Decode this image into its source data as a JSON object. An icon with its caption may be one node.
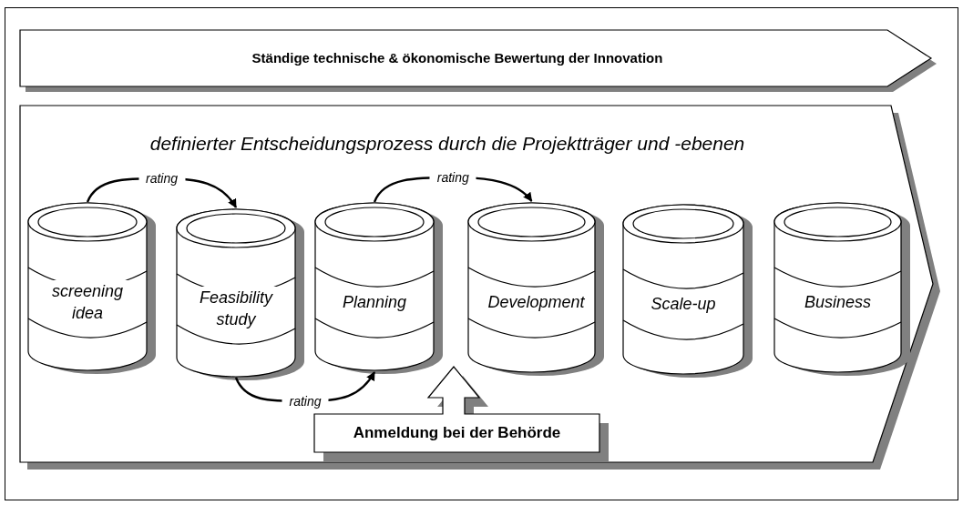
{
  "diagram": {
    "nodes": [
      {
        "text": [
          "Ständige technische & ökonomische Bewertung der Innovation"
        ]
      },
      {
        "text": [
          "definierter Entscheidungsprozess durch die Projektträger und -ebenen"
        ]
      },
      {
        "text": [
          "screening idea"
        ],
        "in": 1
      },
      {
        "text": [
          "Feasibility study"
        ],
        "in": 1
      },
      {
        "text": [
          "Planning"
        ],
        "in": 1
      },
      {
        "text": [
          "Development"
        ],
        "in": 1
      },
      {
        "text": [
          "Scale-up"
        ],
        "in": 1
      },
      {
        "text": [
          "Business"
        ],
        "in": 1
      },
      {
        "text": [
          "Anmeldung bei der Behörde"
        ],
        "in": 1
      }
    ],
    "edges": [
      {
        "from": 2,
        "to": 3,
        "arrow": "to",
        "label": "rating"
      },
      {
        "from": 3,
        "to": 4,
        "arrow": "to",
        "label": "rating"
      },
      {
        "from": 4,
        "to": 5,
        "arrow": "to",
        "label": "rating"
      }
    ]
  }
}
